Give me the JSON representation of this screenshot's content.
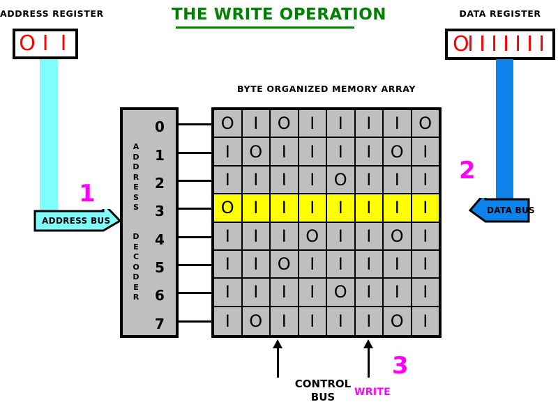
{
  "title": "THE WRITE OPERATION",
  "colors": {
    "title": "#008000",
    "register_bits": "#ff0000",
    "address_bus": "#7ffdfd",
    "data_bus": "#0d82e8",
    "step_number": "#ff00ff",
    "highlight_row": "#ffff00",
    "memory_cell": "#bfbfbf",
    "write_label": "#ff00ff"
  },
  "address_register": {
    "label": "ADDRESS REGISTER",
    "bits": [
      "O",
      "I",
      "I"
    ],
    "value": "O I I"
  },
  "data_register": {
    "label": "DATA REGISTER",
    "bits": [
      "O",
      "I",
      "I",
      "I",
      "I",
      "I",
      "I",
      "I"
    ],
    "value": "O I I I I I I I"
  },
  "address_bus": {
    "label": "ADDRESS BUS",
    "step": "1",
    "direction": "right"
  },
  "data_bus": {
    "label": "DATA BUS",
    "step": "2",
    "direction": "left"
  },
  "control_bus": {
    "label_line1": "CONTROL",
    "label_line2": "BUS",
    "write_label": "WRITE",
    "step": "3"
  },
  "decoder": {
    "word_address": [
      "A",
      "D",
      "D",
      "R",
      "E",
      "S",
      "S"
    ],
    "word_decoder": [
      "D",
      "E",
      "C",
      "O",
      "D",
      "E",
      "R"
    ],
    "row_numbers": [
      "0",
      "1",
      "2",
      "3",
      "4",
      "5",
      "6",
      "7"
    ]
  },
  "memory_array": {
    "label": "BYTE ORGANIZED MEMORY ARRAY",
    "highlighted_row": 3,
    "rows": [
      [
        "O",
        "I",
        "O",
        "I",
        "I",
        "I",
        "I",
        "O"
      ],
      [
        "I",
        "O",
        "I",
        "I",
        "I",
        "I",
        "O",
        "I"
      ],
      [
        "I",
        "I",
        "I",
        "I",
        "O",
        "I",
        "I",
        "I"
      ],
      [
        "O",
        "I",
        "I",
        "I",
        "I",
        "I",
        "I",
        "I"
      ],
      [
        "I",
        "I",
        "I",
        "O",
        "I",
        "I",
        "O",
        "I"
      ],
      [
        "I",
        "I",
        "O",
        "I",
        "I",
        "I",
        "I",
        "I"
      ],
      [
        "I",
        "I",
        "I",
        "I",
        "O",
        "I",
        "I",
        "I"
      ],
      [
        "I",
        "O",
        "I",
        "I",
        "I",
        "I",
        "O",
        "I"
      ]
    ]
  }
}
